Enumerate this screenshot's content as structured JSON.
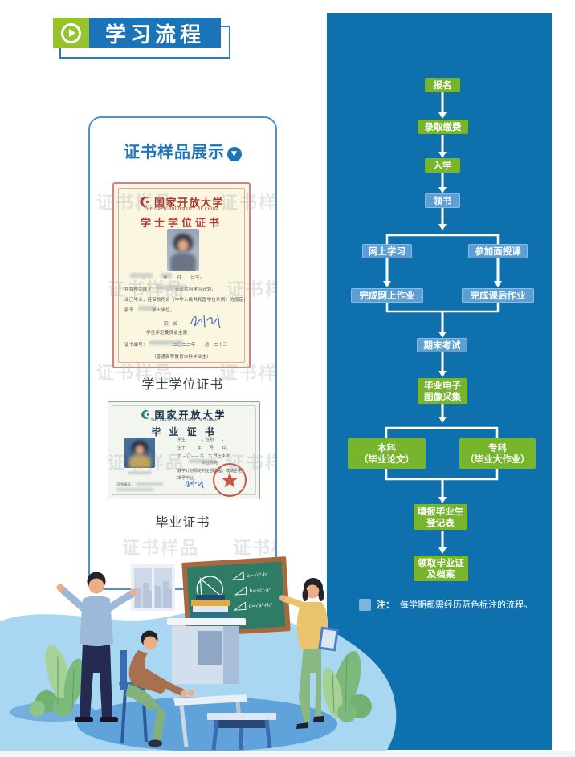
{
  "header": {
    "title": "学习流程"
  },
  "icons": {
    "down_arrow": "▼"
  },
  "colors": {
    "panel_blue": "#0f70ae",
    "box_green": "#77b62c",
    "box_light_blue": "#5d9fd3",
    "title_bar_blue": "#1b74b8",
    "play_green": "#97c32c",
    "panel_border_blue": "#4f92c9",
    "note_square_blue": "#7fb2dd",
    "certificate_red": "#b5342c"
  },
  "certificate_panel": {
    "title": "证书样品展示",
    "watermark": "证书样品",
    "degree_certificate": {
      "university": "国家开放大学",
      "university_en": "THE OPEN UNIVERSITY OF CHINA",
      "title": "学士学位证书",
      "body_lines": [
        "，　，　　　　年　　月　　日生。",
        "在我校完成了　　　　　专业本科学习计划，",
        "业已毕业，经审核符合《中华人民共和国学位条例》的规定，",
        "授予　　　　学士学位。",
        "院　长",
        "学位评定委员会主席",
        "证书编号：　　　　　　二〇二二年　一月　二十三",
        "（普通高等教育本科毕业生）"
      ],
      "caption": "学士学位证书"
    },
    "diploma_certificate": {
      "university": "国家开放大学",
      "university_en": "THE OPEN UNIVERSITY OF CHINA",
      "title": "毕 业 证 书",
      "body_lines": [
        "学生　　　　，性别　　，",
        "生于　　　年　　月　　日，",
        "于 二〇二二 年　七 月在本校",
        "　　　　　　专业修完",
        "教学计划规定的全部课程，成绩合格，",
        "准予毕业。"
      ],
      "serial_label": "证书编号：",
      "caption": "毕业证书"
    }
  },
  "flowchart": {
    "steps": [
      {
        "label": "报名",
        "type": "green"
      },
      {
        "label": "录取缴费",
        "type": "green"
      },
      {
        "label": "入学",
        "type": "green"
      },
      {
        "label": "领书",
        "type": "blue"
      },
      {
        "label": "网上学习",
        "type": "blue"
      },
      {
        "label": "参加面授课",
        "type": "blue"
      },
      {
        "label": "完成网上作业",
        "type": "blue"
      },
      {
        "label": "完成课后作业",
        "type": "blue"
      },
      {
        "label": "期末考试",
        "type": "blue"
      },
      {
        "label": "毕业电子\n图像采集",
        "type": "green"
      },
      {
        "label": "本科\n（毕业论文）",
        "type": "green"
      },
      {
        "label": "专科\n（毕业大作业）",
        "type": "green"
      },
      {
        "label": "填报毕业生\n登记表",
        "type": "green"
      },
      {
        "label": "领取毕业证\n及档案",
        "type": "green"
      }
    ],
    "note": {
      "label": "注：",
      "text": "每学期都需经历蓝色标注的流程。"
    }
  },
  "illustration": {
    "board_formulas": [
      "a=√c²-b²",
      "b=√c²-a²",
      "c=√a²+b²"
    ]
  }
}
